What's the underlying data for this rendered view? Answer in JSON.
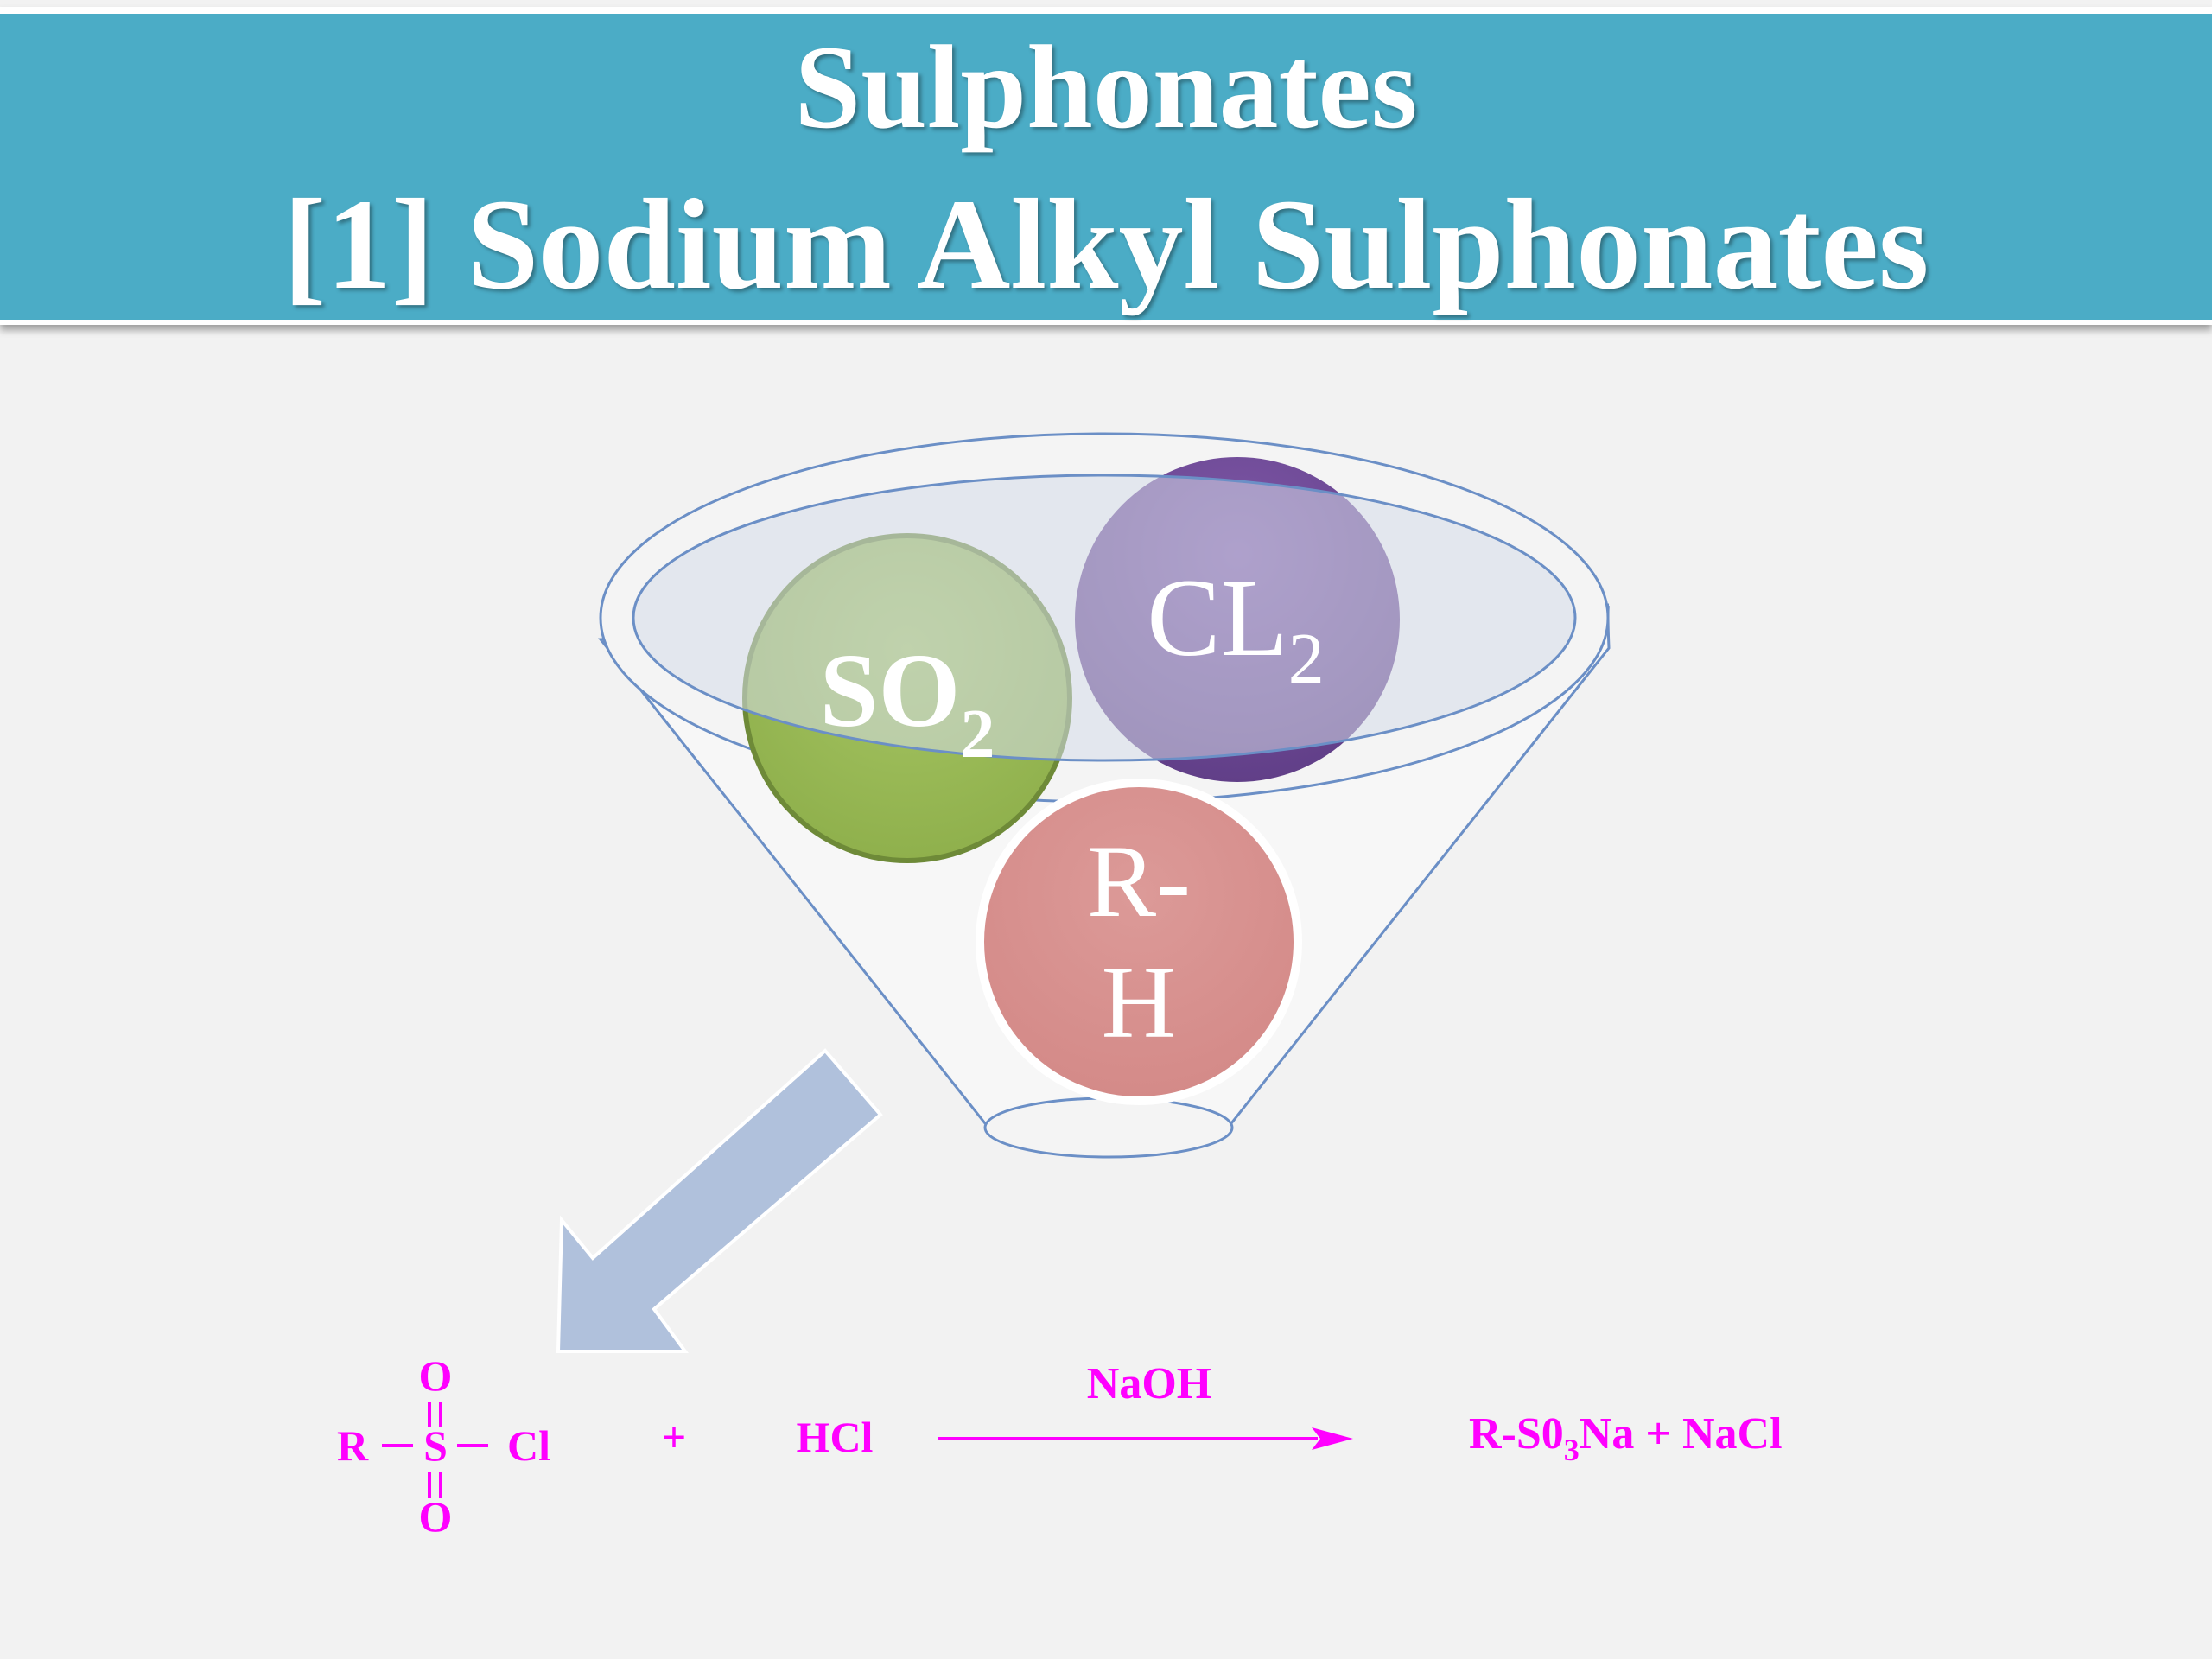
{
  "title": {
    "line1": "Sulphonates",
    "line2": "[1] Sodium Alkyl Sulphonates"
  },
  "funnel": {
    "circles": [
      {
        "id": "so2",
        "label": "SO",
        "subscript": "2",
        "color": "#9bbb59"
      },
      {
        "id": "cl2",
        "label": "CL",
        "subscript": "2",
        "color": "#7b52a0"
      },
      {
        "id": "rh",
        "label_line1": "R-",
        "label_line2": "H",
        "color": "#d99694"
      }
    ]
  },
  "reaction": {
    "reactant_r": "R",
    "reactant_s": "S",
    "reactant_cl": "Cl",
    "oxygen_top": "O",
    "oxygen_bottom": "O",
    "plus": "+",
    "hcl": "HCl",
    "reagent": "NaOH",
    "product_prefix": "R-S0",
    "product_subscript": "3",
    "product_suffix": "Na + NaCl"
  },
  "colors": {
    "banner": "#4bacc6",
    "reaction": "#ff00ff",
    "arrow": "#b0c1dc"
  }
}
